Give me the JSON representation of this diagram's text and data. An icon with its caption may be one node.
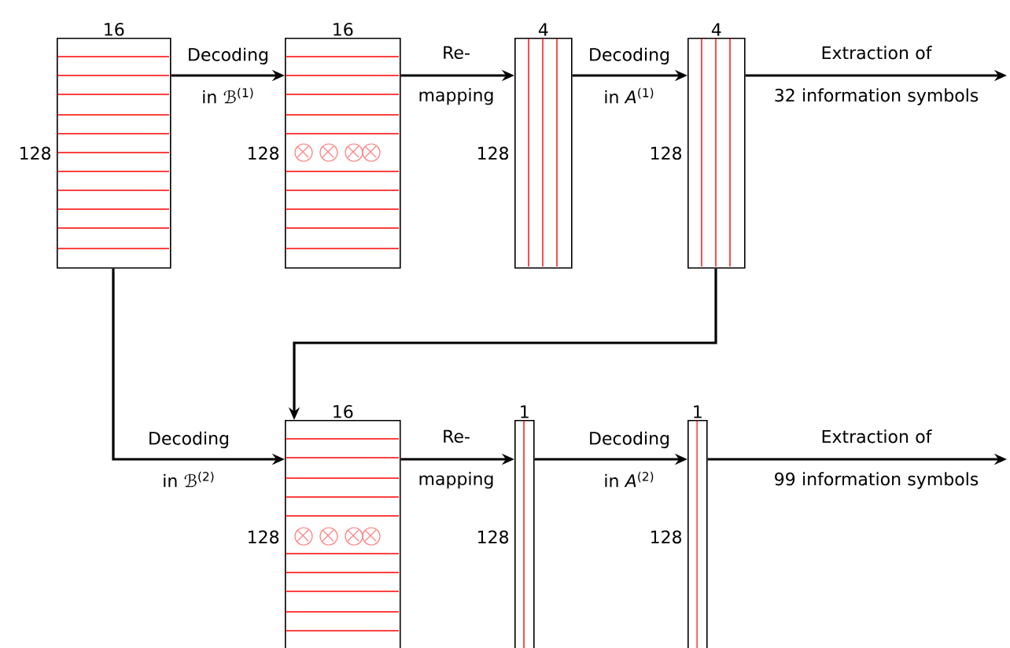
{
  "diagram": {
    "nodes": [
      {
        "text": [],
        "shape": "box",
        "beside": [
          "16",
          "128"
        ]
      },
      {
        "text": [],
        "shape": "box",
        "beside": [
          "16",
          "128"
        ]
      },
      {
        "text": [],
        "shape": "box",
        "beside": [
          "4",
          "128"
        ]
      },
      {
        "text": [],
        "shape": "box",
        "beside": [
          "4",
          "128"
        ]
      },
      {
        "text": [],
        "shape": "box",
        "beside": [
          "16",
          "128"
        ]
      },
      {
        "text": [],
        "shape": "box",
        "beside": [
          "1",
          "128"
        ]
      },
      {
        "text": [],
        "shape": "box",
        "beside": [
          "1",
          "128"
        ]
      }
    ],
    "edges": [
      {
        "from": 0,
        "to": 1,
        "arrow": "to",
        "label": "Decoding in ℬ$^{(1)}$"
      },
      {
        "from": 1,
        "to": 2,
        "arrow": "to",
        "label": "Re- mapping"
      },
      {
        "from": 2,
        "to": 3,
        "arrow": "to",
        "label": "Decoding in *A*$^{(1)}$"
      },
      {
        "from": 3,
        "to": null,
        "arrow": "to",
        "label": "Extraction of 32 information symbols"
      },
      {
        "from": 0,
        "to": 4,
        "arrow": "to",
        "label": "Decoding in ℬ$^{(2)}$"
      },
      {
        "from": 3,
        "to": 4,
        "arrow": "to"
      },
      {
        "from": 4,
        "to": 5,
        "arrow": "to",
        "label": "Re- mapping"
      },
      {
        "from": 5,
        "to": 6,
        "arrow": "to",
        "label": "Decoding in *A*$^{(2)}$"
      },
      {
        "from": 6,
        "to": null,
        "arrow": "to",
        "label": "Extraction of 99 information symbols"
      }
    ]
  }
}
